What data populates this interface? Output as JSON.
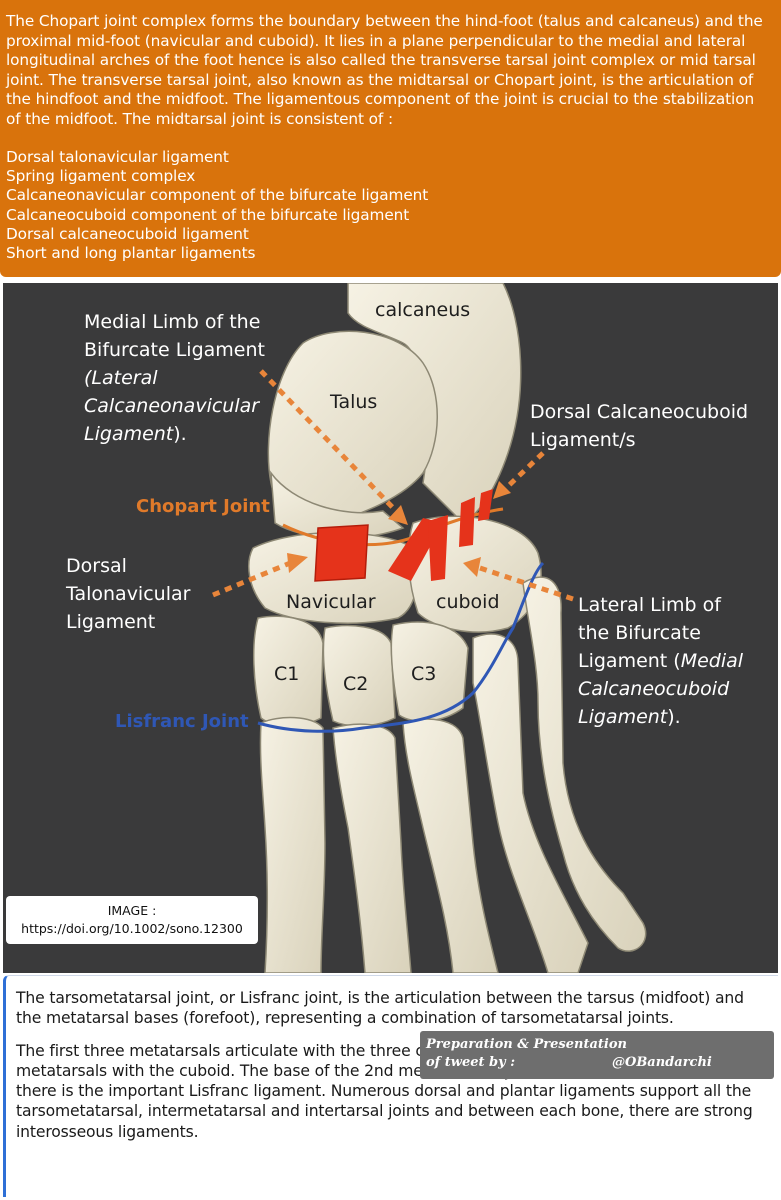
{
  "intro": {
    "paragraph": "The Chopart joint complex forms the boundary between the hind-foot (talus and calcaneus) and the proximal mid-foot (navicular and cuboid). It lies in a plane perpendicular to the medial and lateral longitudinal arches of the foot hence is also called the transverse tarsal joint complex or mid tarsal joint. The transverse tarsal joint, also known as the midtarsal or Chopart joint, is the articulation of the hindfoot and the midfoot. The ligamentous component of the joint is crucial to the stabilization of the midfoot. The midtarsal joint is consistent of :",
    "items": [
      "Dorsal talonavicular ligament",
      "Spring ligament complex",
      "Calcaneonavicular component of the bifurcate ligament",
      "Calcaneocuboid component of the bifurcate ligament",
      "Dorsal calcaneocuboid ligament",
      "Short and long plantar ligaments"
    ]
  },
  "diagram": {
    "medial_limb": {
      "line1": "Medial Limb of the",
      "line2": "Bifurcate Ligament",
      "line3": "(Lateral",
      "line4": "Calcaneonavicular",
      "line5": "Ligament",
      "line5_tail": ")."
    },
    "dorsal_cc": {
      "line1": "Dorsal Calcaneocuboid",
      "line2": "Ligament/s"
    },
    "chopart": "Chopart Joint",
    "dorsal_tn": {
      "line1": "Dorsal",
      "line2": "Talonavicular",
      "line3": "Ligament"
    },
    "lateral_limb": {
      "line1": "Lateral Limb of",
      "line2": "the Bifurcate",
      "line3_head": "Ligament (",
      "line3_ital": "Medial",
      "line4": "Calcaneocuboid",
      "line5": "Ligament",
      "line5_tail": ")."
    },
    "lisfranc": "Lisfranc Joint",
    "bones": {
      "calcaneus": "calcaneus",
      "talus": "Talus",
      "navicular": "Navicular",
      "cuboid": "cuboid",
      "c1": "C1",
      "c2": "C2",
      "c3": "C3"
    },
    "credit": {
      "line1": "IMAGE :",
      "line2": "https://doi.org/10.1002/sono.12300"
    },
    "colors": {
      "background": "#3a3a3b",
      "ligament": "#e5331b",
      "arrow": "#e8853a",
      "chopart": "#e07a2a",
      "lisfranc": "#2f57b5",
      "bone": "#efe9d6"
    }
  },
  "outro": {
    "p1": "The tarsometatarsal joint, or Lisfranc joint, is the articulation between the tarsus (midfoot) and the metatarsal bases (forefoot), representing a combination of tarsometatarsal joints.",
    "p2": "The first three metatarsals articulate with the three cuneiforms, respectively, and the 4th and 5th metatarsals with the cuboid. The base of the 2nd metatarsal keystones into the cuneiforms where there is the important Lisfranc ligament. Numerous dorsal and plantar ligaments support all the tarsometatarsal, intermetatarsal and intertarsal joints and between each bone, there are strong interosseous ligaments."
  },
  "badge": {
    "line1": "Preparation & Presentation",
    "line2": "of tweet by :",
    "handle": "@OBandarchi"
  }
}
